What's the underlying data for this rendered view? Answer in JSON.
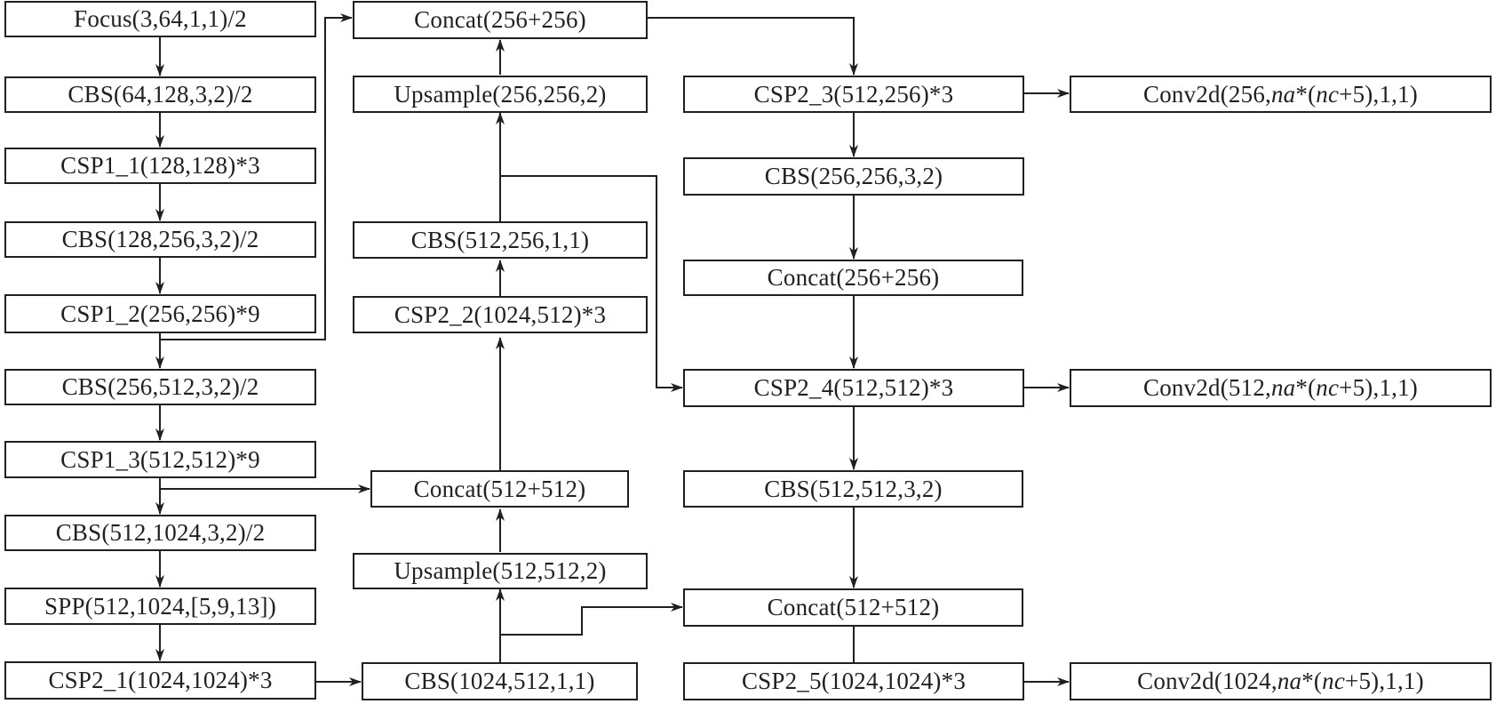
{
  "colors": {
    "stroke": "#231f20",
    "background": "#ffffff"
  },
  "nodes": {
    "focus": "Focus(3,64,1,1)/2",
    "cbs1": "CBS(64,128,3,2)/2",
    "csp1_1": "CSP1_1(128,128)*3",
    "cbs2": "CBS(128,256,3,2)/2",
    "csp1_2": "CSP1_2(256,256)*9",
    "cbs3": "CBS(256,512,3,2)/2",
    "csp1_3": "CSP1_3(512,512)*9",
    "cbs4": "CBS(512,1024,3,2)/2",
    "spp": "SPP(512,1024,[5,9,13])",
    "csp2_1": "CSP2_1(1024,1024)*3",
    "concat_top": "Concat(256+256)",
    "upsample1": "Upsample(256,256,2)",
    "cbs_512_256": "CBS(512,256,1,1)",
    "csp2_2": "CSP2_2(1024,512)*3",
    "concat_512": "Concat(512+512)",
    "upsample2": "Upsample(512,512,2)",
    "cbs_1024_512": "CBS(1024,512,1,1)",
    "csp2_3": "CSP2_3(512,256)*3",
    "cbs_256_256": "CBS(256,256,3,2)",
    "concat_256_mid": "Concat(256+256)",
    "csp2_4": "CSP2_4(512,512)*3",
    "cbs_512_512": "CBS(512,512,3,2)",
    "concat_512_right": "Concat(512+512)",
    "csp2_5": "CSP2_5(1024,1024)*3",
    "conv_256": {
      "pre": "Conv2d(256,",
      "na": "na",
      "mid": "*(",
      "nc": "nc",
      "post": "+5),1,1)"
    },
    "conv_512": {
      "pre": "Conv2d(512,",
      "na": "na",
      "mid": "*(",
      "nc": "nc",
      "post": "+5),1,1)"
    },
    "conv_1024": {
      "pre": "Conv2d(1024,",
      "na": "na",
      "mid": "*(",
      "nc": "nc",
      "post": "+5),1,1)"
    }
  }
}
